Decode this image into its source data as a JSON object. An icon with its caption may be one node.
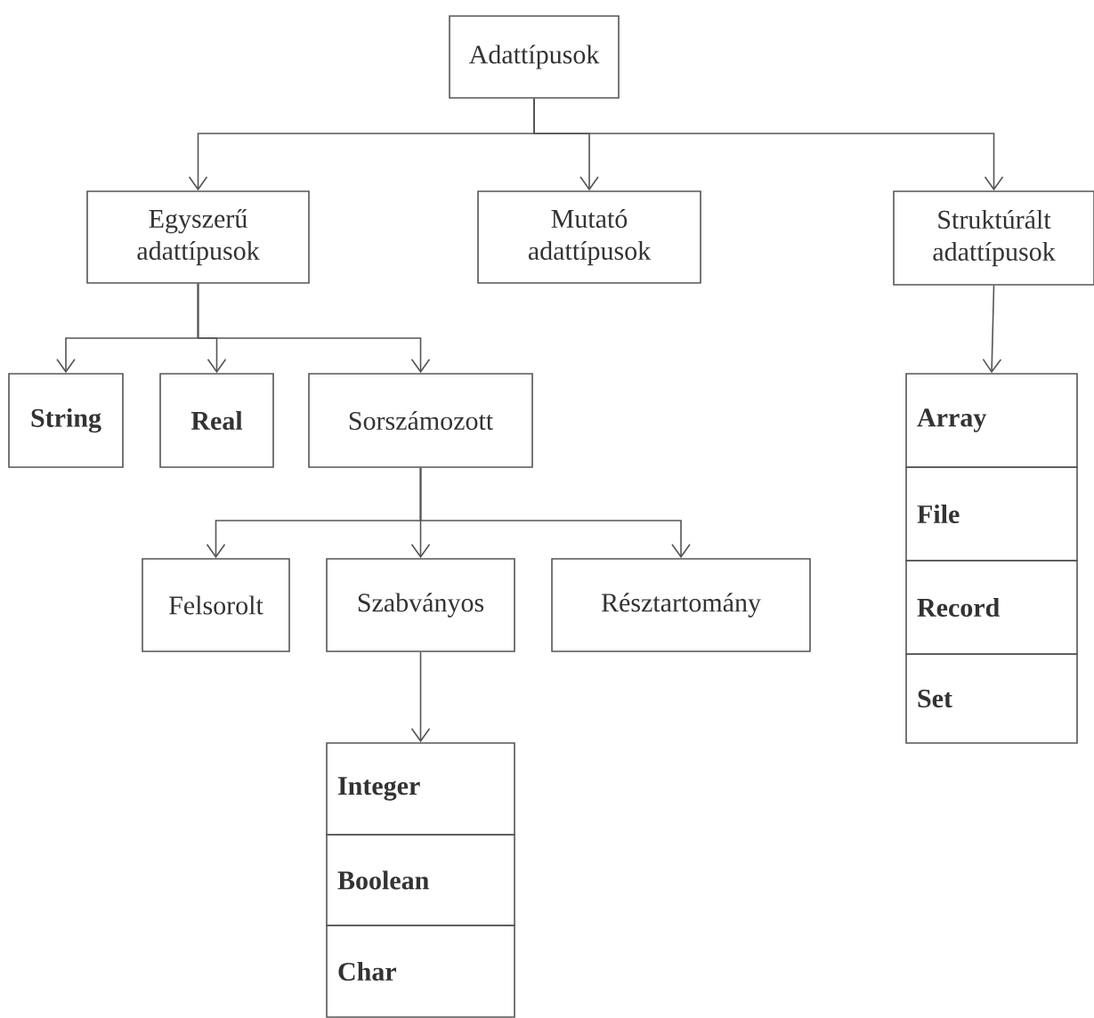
{
  "diagram": {
    "nodes": [
      {
        "text": [
          "Adattípusok"
        ]
      },
      {
        "text": [
          "Egyszerű adattípusok"
        ]
      },
      {
        "text": [
          "Mutató adattípusok"
        ]
      },
      {
        "text": [
          "Struktúrált adattípusok"
        ]
      },
      {
        "text": [
          "String"
        ]
      },
      {
        "text": [
          "Real"
        ]
      },
      {
        "text": [
          "Sorszámozott"
        ]
      },
      {
        "text": [
          "Felsorolt"
        ]
      },
      {
        "text": [
          "Szabványos"
        ]
      },
      {
        "text": [
          "Résztartomány"
        ]
      },
      {
        "text": [
          "Integer"
        ]
      },
      {
        "text": [
          "Boolean"
        ]
      },
      {
        "text": [
          "Char"
        ]
      },
      {
        "text": [
          "Array"
        ]
      },
      {
        "text": [
          "File"
        ]
      },
      {
        "text": [
          "Record"
        ]
      },
      {
        "text": [
          "Set"
        ]
      }
    ],
    "edges": [
      {
        "from": 0,
        "to": 1,
        "arrow": "to"
      },
      {
        "from": 0,
        "to": 2,
        "arrow": "to"
      },
      {
        "from": 0,
        "to": 3,
        "arrow": "to"
      },
      {
        "from": 1,
        "to": 4,
        "arrow": "to"
      },
      {
        "from": 1,
        "to": 5,
        "arrow": "to"
      },
      {
        "from": 1,
        "to": 6,
        "arrow": "to"
      },
      {
        "from": 6,
        "to": 7,
        "arrow": "to"
      },
      {
        "from": 6,
        "to": 8,
        "arrow": "to"
      },
      {
        "from": 6,
        "to": 9,
        "arrow": "to"
      },
      {
        "from": 8,
        "to": 10,
        "arrow": "to"
      },
      {
        "from": 3,
        "to": 13,
        "arrow": "to"
      }
    ]
  }
}
